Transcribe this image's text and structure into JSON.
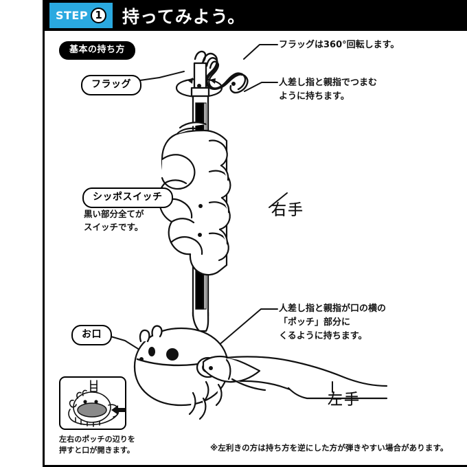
{
  "header": {
    "step_word": "STEP",
    "step_number": "1",
    "title": "持ってみよう。",
    "badge_color": "#2aa9e0",
    "band_color": "#000000"
  },
  "labels": {
    "basic_grip": "基本の持ち方",
    "flag": "フラッグ",
    "tail_switch": "シッポスイッチ",
    "mouth": "お口",
    "right_hand": "右手",
    "left_hand": "左手"
  },
  "annotations": {
    "flag_rotation": "フラッグは360°回転します。",
    "pinch_line1": "人差し指と親指でつまむ",
    "pinch_line2": "ように持ちます。",
    "switch_note_line1": "黒い部分全てが",
    "switch_note_line2": "スイッチです。",
    "pocchi_line1": "人差し指と親指が口の横の",
    "pocchi_line2": "「ポッチ」部分に",
    "pocchi_line3": "くるように持ちます。"
  },
  "inset": {
    "caption_line1": "左右のポッチの辺りを",
    "caption_line2": "押すと口が開きます。",
    "mouth_fill": "#8a8a8a"
  },
  "footnote": {
    "text": "※左利きの方は持ち方を逆にした方が弾きやすい場合があります。"
  },
  "colors": {
    "ink": "#111111",
    "switch_black": "#000000",
    "paper": "#ffffff"
  }
}
